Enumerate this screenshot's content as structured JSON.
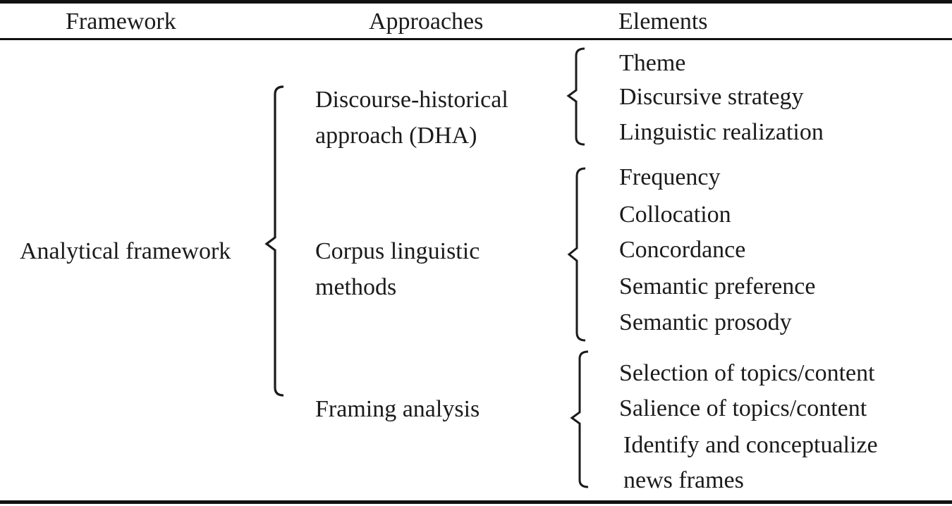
{
  "header": {
    "framework": "Framework",
    "approaches": "Approaches",
    "elements": "Elements"
  },
  "framework_label": "Analytical framework",
  "approaches": {
    "dha": {
      "line1": "Discourse-historical",
      "line2": "approach (DHA)"
    },
    "corpus": {
      "line1": "Corpus linguistic",
      "line2": "methods"
    },
    "framing": {
      "line1": "Framing analysis"
    }
  },
  "elements": {
    "dha": [
      "Theme",
      "Discursive strategy",
      "Linguistic realization"
    ],
    "corpus": [
      "Frequency",
      "Collocation",
      "Concordance",
      "Semantic preference",
      "Semantic prosody"
    ],
    "framing": [
      "Selection of topics/content",
      "Salience of topics/content",
      "Identify and conceptualize",
      "news frames"
    ]
  },
  "colors": {
    "ink": "#1b1b1b",
    "rule": "#111111",
    "background": "#ffffff"
  }
}
